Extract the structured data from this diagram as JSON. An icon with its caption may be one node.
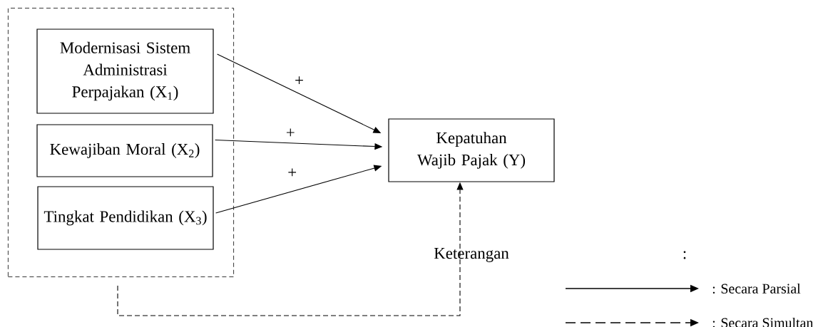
{
  "diagram": {
    "nodes": [
      {
        "text": [],
        "shape": "box"
      },
      {
        "text": [
          "Modernisasi Sistem Administrasi Perpajakan (X$_{1}$)"
        ],
        "in": 0
      },
      {
        "text": [
          "Kewajiban Moral (X$_{2}$)"
        ],
        "in": 0
      },
      {
        "text": [
          "Tingkat Pendidikan (X$_{3}$)"
        ],
        "in": 0
      },
      {
        "text": [
          "Kepatuhan Wajib Pajak (Y)"
        ]
      }
    ],
    "edges": [
      {
        "from": 1,
        "to": 4,
        "arrow": "to",
        "label": "+"
      },
      {
        "from": 2,
        "to": 4,
        "arrow": "to",
        "label": "+"
      },
      {
        "from": 3,
        "to": 4,
        "arrow": "to",
        "label": "+"
      },
      {
        "from": 0,
        "to": 4,
        "arrow": "to",
        "style": "dashed"
      }
    ],
    "labels": [
      "Keterangan",
      ":"
    ],
    "legend": [
      {
        "text": ": Secara Parsial"
      },
      {
        "text": ": Secara Simultan"
      }
    ]
  }
}
